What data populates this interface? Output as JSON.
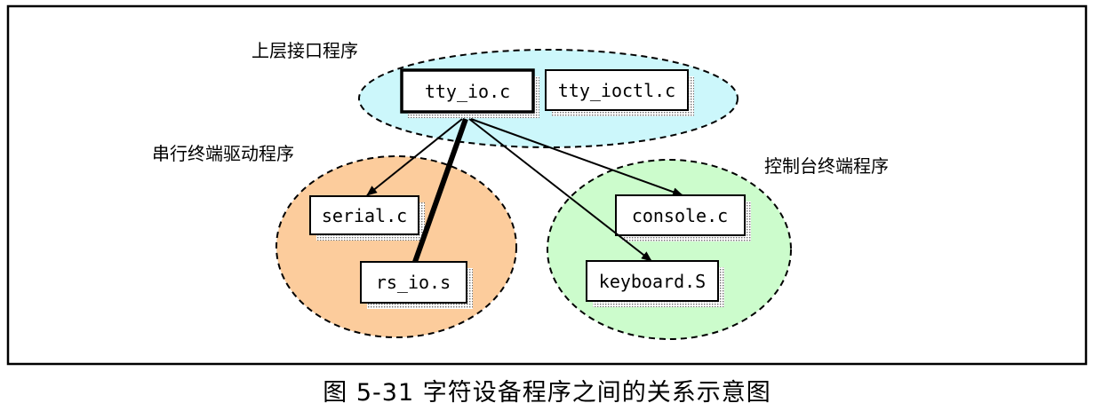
{
  "groups": {
    "upper": {
      "label": "上层接口程序",
      "color": "#ccf7fb"
    },
    "serial": {
      "label": "串行终端驱动程序",
      "color": "#fccc9c"
    },
    "console": {
      "label": "控制台终端程序",
      "color": "#ccfccc"
    }
  },
  "files": {
    "tty_io": "tty_io.c",
    "tty_ioctl": "tty_ioctl.c",
    "serial": "serial.c",
    "rs_io": "rs_io.s",
    "console": "console.c",
    "keyboard": "keyboard.S"
  },
  "caption": "图 5-31 字符设备程序之间的关系示意图"
}
